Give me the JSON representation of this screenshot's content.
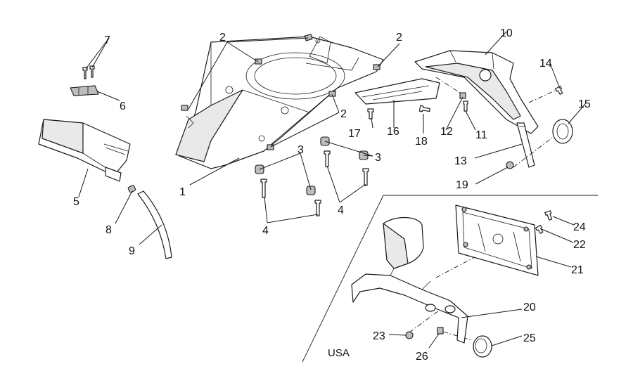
{
  "callouts": {
    "c1": "1",
    "c2a": "2",
    "c2b": "2",
    "c2c": "2",
    "c3a": "3",
    "c3b": "3",
    "c4a": "4",
    "c4b": "4",
    "c5": "5",
    "c6": "6",
    "c7": "7",
    "c8": "8",
    "c9": "9",
    "c10": "10",
    "c11": "11",
    "c12": "12",
    "c13": "13",
    "c14": "14",
    "c15": "15",
    "c16": "16",
    "c17": "17",
    "c18": "18",
    "c19": "19",
    "c20": "20",
    "c21": "21",
    "c22": "22",
    "c23": "23",
    "c24": "24",
    "c25": "25",
    "c26": "26"
  },
  "region_label": "USA"
}
